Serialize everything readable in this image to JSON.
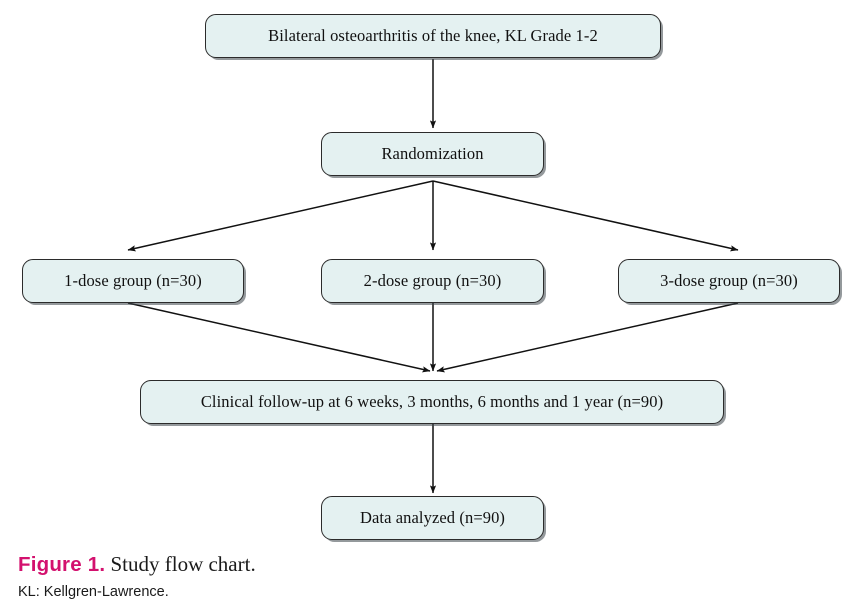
{
  "figure": {
    "label": "Figure 1.",
    "title": "Study flow chart.",
    "footnote": "KL: Kellgren-Lawrence.",
    "label_color": "#d3116e",
    "box_fill": "#e4f1f1",
    "box_stroke": "#2b2b2b",
    "connector_color": "#111111",
    "background": "#ffffff"
  },
  "chart_data": {
    "type": "diagram",
    "title": "Study flow chart",
    "nodes": [
      {
        "id": "enrollment",
        "label": "Bilateral osteoarthritis of the knee, KL Grade 1-2",
        "level": 0
      },
      {
        "id": "randomization",
        "label": "Randomization",
        "level": 1
      },
      {
        "id": "group1",
        "label": "1-dose group (n=30)",
        "level": 2,
        "n": 30
      },
      {
        "id": "group2",
        "label": "2-dose group (n=30)",
        "level": 2,
        "n": 30
      },
      {
        "id": "group3",
        "label": "3-dose group (n=30)",
        "level": 2,
        "n": 30
      },
      {
        "id": "followup",
        "label": "Clinical follow-up at 6 weeks, 3 months, 6 months and 1 year (n=90)",
        "level": 3,
        "n": 90
      },
      {
        "id": "analysis",
        "label": "Data analyzed (n=90)",
        "level": 4,
        "n": 90
      }
    ],
    "edges": [
      {
        "from": "enrollment",
        "to": "randomization"
      },
      {
        "from": "randomization",
        "to": "group1"
      },
      {
        "from": "randomization",
        "to": "group2"
      },
      {
        "from": "randomization",
        "to": "group3"
      },
      {
        "from": "group1",
        "to": "followup"
      },
      {
        "from": "group2",
        "to": "followup"
      },
      {
        "from": "group3",
        "to": "followup"
      },
      {
        "from": "followup",
        "to": "analysis"
      }
    ]
  },
  "nodes": {
    "enrollment": {
      "label": "Bilateral osteoarthritis of the knee, KL Grade 1-2"
    },
    "randomization": {
      "label": "Randomization"
    },
    "group1": {
      "label": "1-dose group (n=30)"
    },
    "group2": {
      "label": "2-dose group (n=30)"
    },
    "group3": {
      "label": "3-dose group (n=30)"
    },
    "followup": {
      "label": "Clinical follow-up at 6 weeks, 3 months, 6 months and 1 year (n=90)"
    },
    "analysis": {
      "label": "Data analyzed (n=90)"
    }
  }
}
